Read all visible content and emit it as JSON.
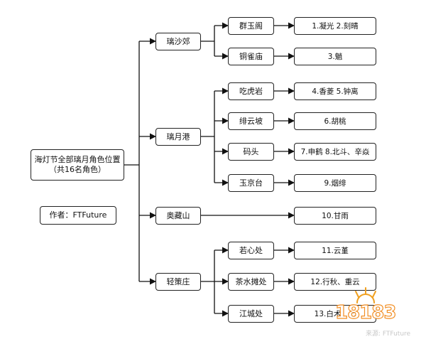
{
  "root": {
    "line1": "海灯节全部璃月角色位置",
    "line2": "（共16名角色）"
  },
  "author": "作者：FTFuture",
  "areas": [
    {
      "label": "璃沙郊",
      "spots": [
        {
          "label": "群玉阁",
          "chars": "1.凝光  2.刻晴"
        },
        {
          "label": "铜雀庙",
          "chars": "3.魈"
        }
      ]
    },
    {
      "label": "璃月港",
      "spots": [
        {
          "label": "吃虎岩",
          "chars": "4.香菱  5.钟离"
        },
        {
          "label": "绯云坡",
          "chars": "6.胡桃"
        },
        {
          "label": "码头",
          "chars": "7.申鹤  8.北斗、辛焱"
        },
        {
          "label": "玉京台",
          "chars": "9.烟绯"
        }
      ]
    },
    {
      "label": "奥藏山",
      "spots": [],
      "chars": "10.甘雨"
    },
    {
      "label": "轻策庄",
      "spots": [
        {
          "label": "若心处",
          "chars": "11.云堇"
        },
        {
          "label": "茶水摊处",
          "chars": "12.行秋、重云"
        },
        {
          "label": "江城处",
          "chars": "13.白术、七"
        }
      ]
    }
  ],
  "watermark": {
    "logo": "18183",
    "text": "来源: FTFuture"
  }
}
